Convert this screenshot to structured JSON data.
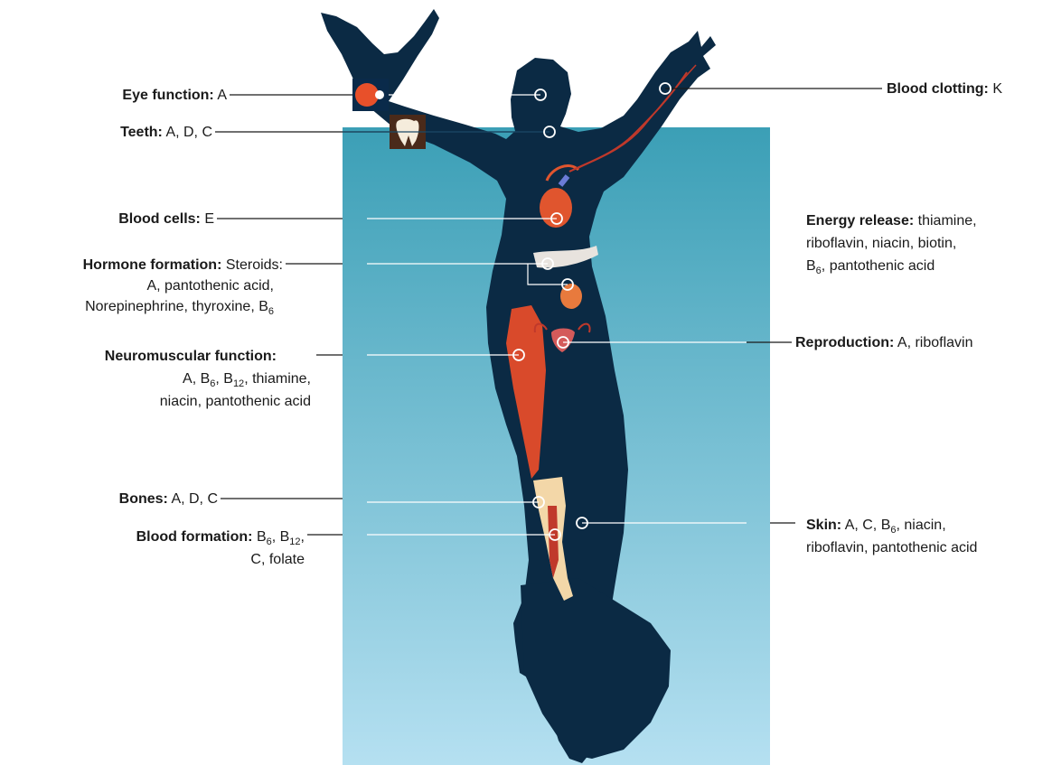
{
  "colors": {
    "panel_top": "#3b9fb6",
    "panel_bottom": "#b5e0f1",
    "silhouette": "#0b2a44",
    "leader": "#1a1a1a",
    "inner_leader": "#ffffff",
    "muscle": "#d94a2b",
    "bone": "#f3d7a8",
    "heart": "#e0552e",
    "kidney": "#e87a3d",
    "eye_bg": "#0a2a4a",
    "eye_iris": "#e8502a",
    "tooth_bg": "#4a2a1a",
    "tooth": "#f5ecdc"
  },
  "icons": {
    "eye": "eye-icon",
    "tooth": "tooth-icon"
  },
  "labels": {
    "eye": {
      "title": "Eye function:",
      "text": "A"
    },
    "teeth": {
      "title": "Teeth:",
      "text": "A, D, C"
    },
    "blood_cells": {
      "title": "Blood cells:",
      "text": "E"
    },
    "hormone": {
      "title": "Hormone formation:",
      "text1": "Steroids:",
      "line2": "A, pantothenic acid,",
      "line3a": "Norepinephrine, thyroxine, B",
      "line3sub": "6"
    },
    "neuromuscular": {
      "title": "Neuromuscular function:",
      "l2a": "A, B",
      "l2s1": "6",
      "l2b": ", B",
      "l2s2": "12",
      "l2c": ",  thiamine,",
      "line3": "niacin, pantothenic acid"
    },
    "bones": {
      "title": "Bones:",
      "text": "A, D, C"
    },
    "blood_formation": {
      "title": "Blood formation:",
      "l1a": "B",
      "l1s1": "6",
      "l1b": ", B",
      "l1s2": "12",
      "l1c": ",",
      "line2": "C, folate"
    },
    "blood_clotting": {
      "title": "Blood clotting:",
      "text": "K"
    },
    "energy": {
      "title": "Energy release:",
      "text1": "thiamine,",
      "line2": "riboflavin, niacin, biotin,",
      "l3a": "B",
      "l3s": "6",
      "l3b": ", pantothenic acid"
    },
    "reproduction": {
      "title": "Reproduction:",
      "text": "A, riboflavin"
    },
    "skin": {
      "title": "Skin:",
      "l1a": "A, C, B",
      "l1s": "6",
      "l1b": ", niacin,",
      "line2": "riboflavin, pantothenic acid"
    }
  }
}
